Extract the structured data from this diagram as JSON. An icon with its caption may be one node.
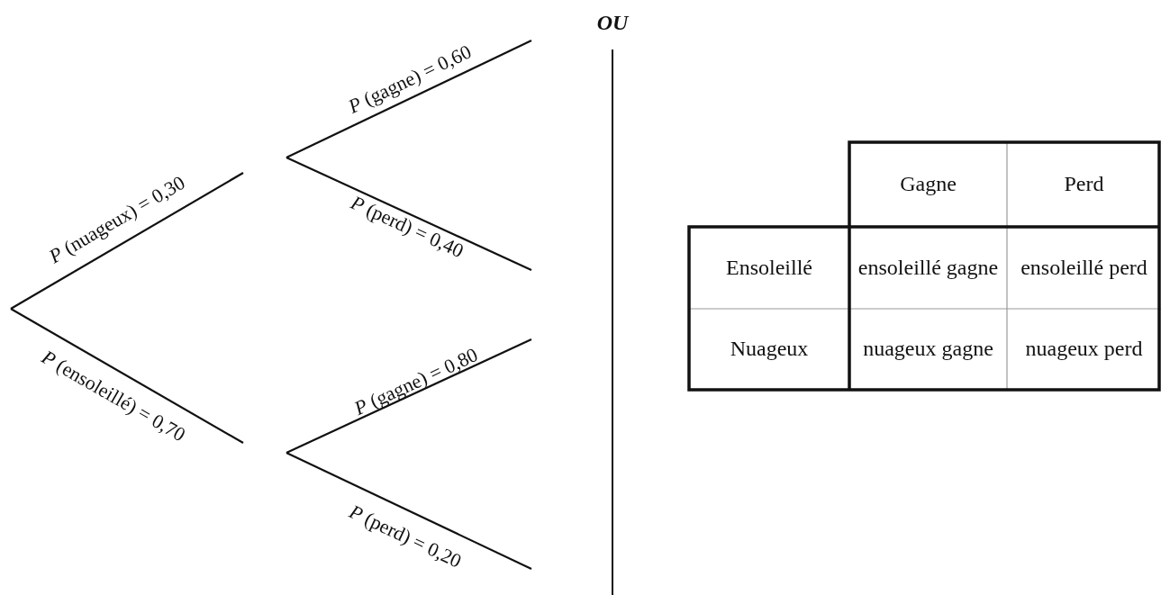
{
  "diagram": {
    "labels": [
      "OU",
      "*P* (gagne) = 0,60",
      "*P* (nuageux) = 0,30",
      "*P* (perd) = 0,40",
      "*P* (gagne) = 0,80",
      "*P* (ensoleillé) = 0,70",
      "*P* (perd) = 0,20",
      "Gagne",
      "Perd",
      "Ensoleillé",
      "ensoleillé gagne",
      "ensoleillé perd",
      "Nuageux",
      "nuageux gagne",
      "nuageux perd"
    ]
  }
}
